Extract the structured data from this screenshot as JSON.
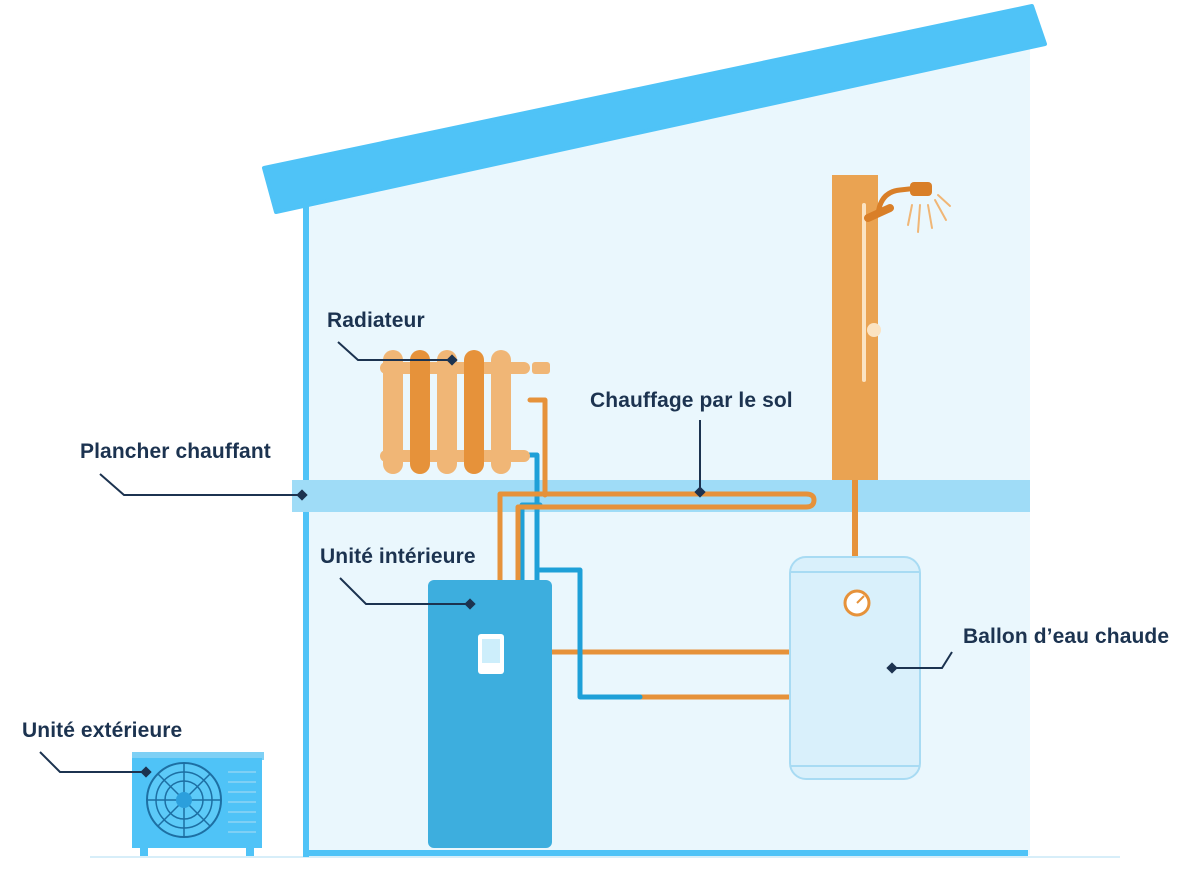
{
  "labels": {
    "radiateur": "Radiateur",
    "chauffage_sol": "Chauffage par le sol",
    "plancher_chauffant": "Plancher chauffant",
    "unite_interieure": "Unité intérieure",
    "ballon": "Ballon d’eau chaude",
    "unite_exterieure": "Unité extérieure"
  },
  "colors": {
    "house_blue": "#4fc3f7",
    "house_fill": "#eaf7fd",
    "floor_band": "#9fdcf7",
    "hot_pipe": "#e6923a",
    "cold_pipe": "#1ea0d8",
    "indoor_unit": "#3daede",
    "tank_fill": "#d9f0fb",
    "label_text": "#1c3350"
  }
}
